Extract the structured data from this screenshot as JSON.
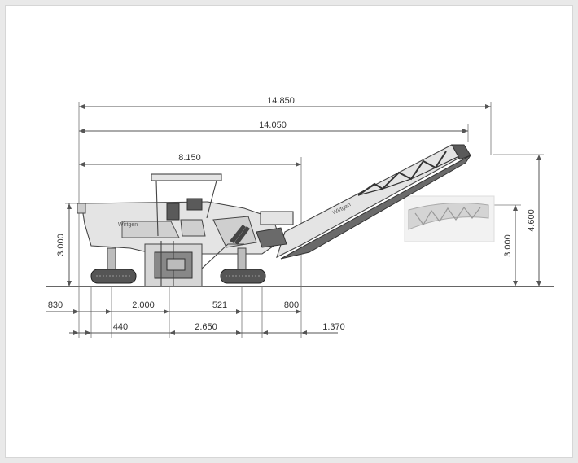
{
  "dimensions": {
    "overall_length_max": "14.850",
    "overall_length": "14.050",
    "machine_length": "8.150",
    "machine_height": "3.000",
    "conveyor_height_max": "4.600",
    "conveyor_height_folded": "3.000",
    "front_overhang": "830",
    "front_track_width": "440",
    "front_track_to_drum": "2.000",
    "wheelbase": "2.650",
    "drum_to_rear_track": "521",
    "rear_track_to_end": "800",
    "rear_conveyor_offset": "1.370"
  },
  "brand_mark": "Wirtgen",
  "colors": {
    "line": "#555555",
    "body": "#e4e4e4",
    "accent": "#5a5a5a"
  }
}
